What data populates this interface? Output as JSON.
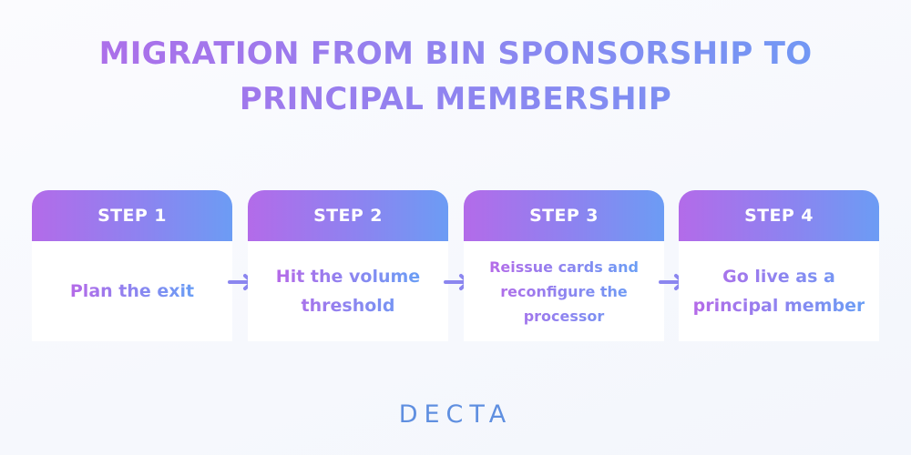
{
  "title": {
    "line1": "MIGRATION FROM BIN SPONSORSHIP TO",
    "line2": "PRINCIPAL MEMBERSHIP"
  },
  "steps": [
    {
      "label": "STEP 1",
      "text": "Plan the exit"
    },
    {
      "label": "STEP 2",
      "text": "Hit the volume\nthreshold"
    },
    {
      "label": "STEP 3",
      "text": "Reissue cards and\nreconfigure the\nprocessor"
    },
    {
      "label": "STEP 4",
      "text": "Go live as a\nprincipal member"
    }
  ],
  "logo": "DECTA",
  "colors": {
    "gradient_start": "#b36be9",
    "gradient_end": "#6c9cf4",
    "arrow": "#8b86ef",
    "logo": "#5f8fe0"
  }
}
